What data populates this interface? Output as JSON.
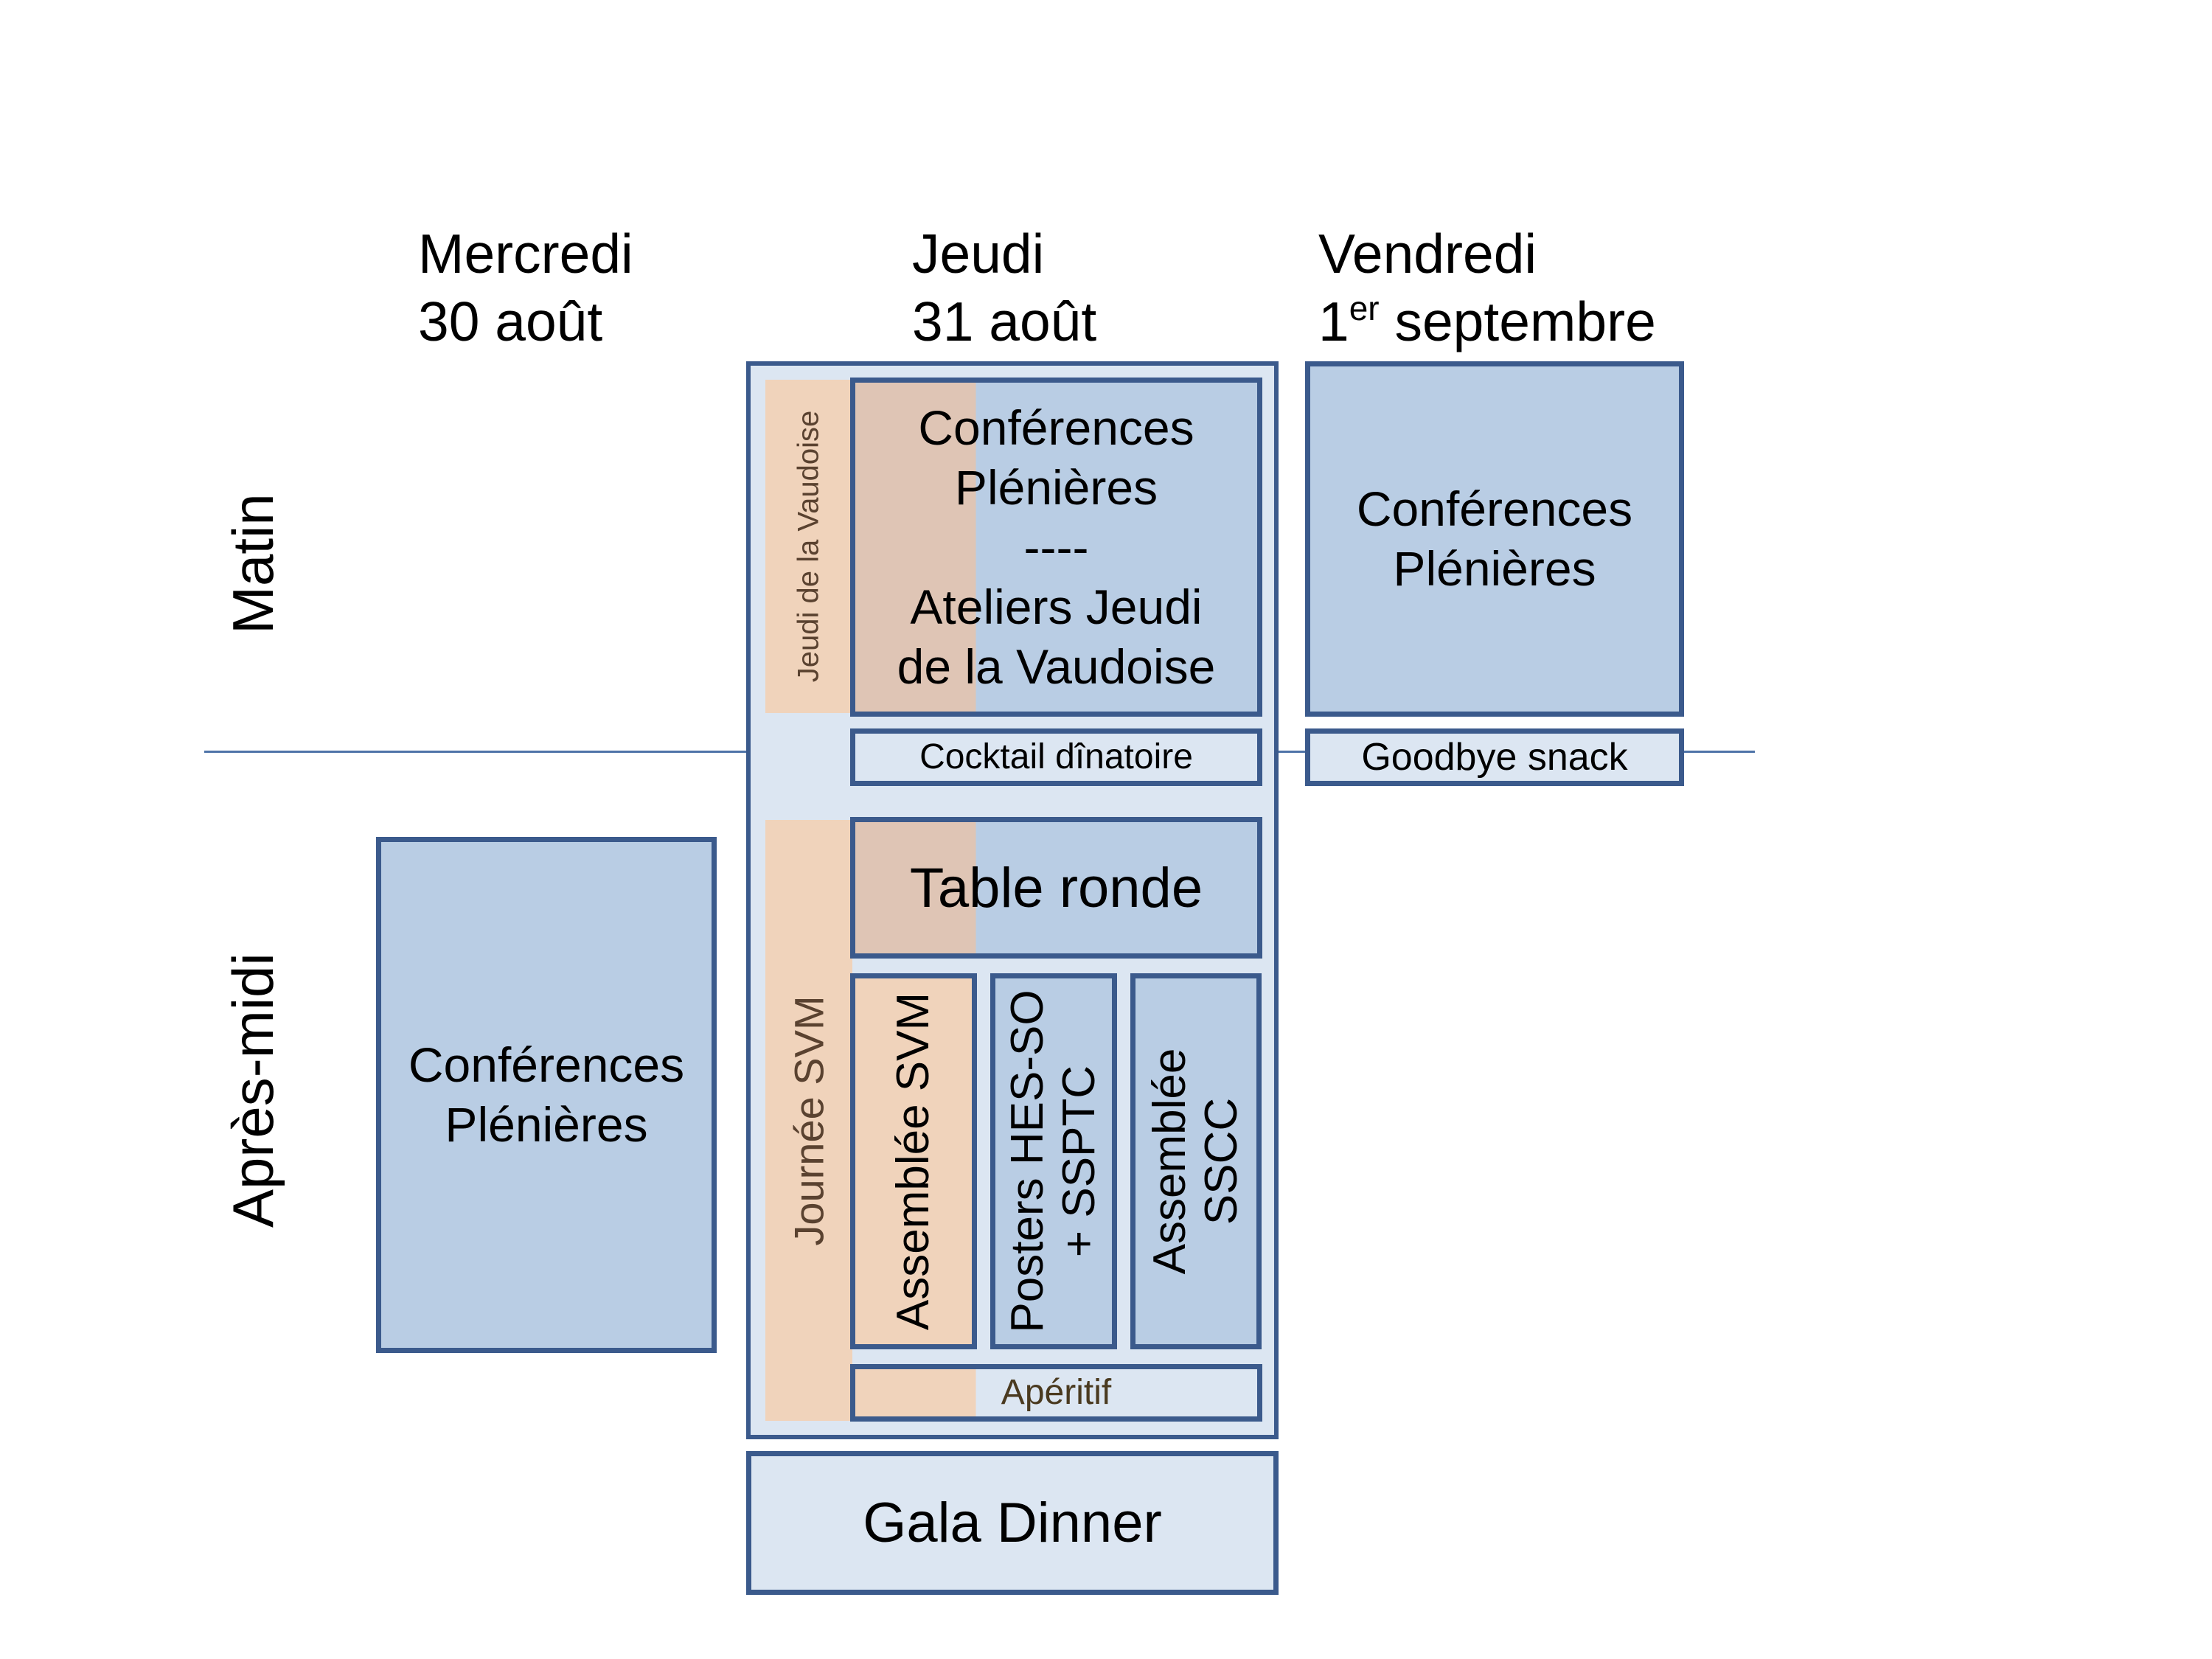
{
  "days": [
    {
      "line1": "Mercredi",
      "line2": "30 août"
    },
    {
      "line1": "Jeudi",
      "line2": "31 août"
    },
    {
      "line1": "Vendredi",
      "line2_num": "1",
      "line2_sup": "er",
      "line2_rest": " septembre"
    }
  ],
  "periods": {
    "morning": "Matin",
    "afternoon": "Après-midi"
  },
  "colors": {
    "border": "#3b5a8c",
    "blue_box": "#b9cde4",
    "light_box": "#dce6f2",
    "peach": "#f0d3bb",
    "divider": "#4e73a8"
  },
  "wednesday": {
    "afternoon": [
      "Conférences",
      "Plénières"
    ]
  },
  "thursday": {
    "jeudi_band": "Jeudi de la Vaudoise",
    "journee_band": "Journée SVM",
    "morning": [
      "Conférences",
      "Plénières",
      "----",
      "Ateliers Jeudi",
      "de la Vaudoise"
    ],
    "cocktail": "Cocktail dînatoire",
    "table_ronde": "Table ronde",
    "assemblee_svm": "Assemblée SVM",
    "posters": [
      "Posters HES-SO",
      "+ SSPTC"
    ],
    "assemblee_sscc": [
      "Assemblée",
      "SSCC"
    ],
    "aperitif": "Apéritif",
    "gala": "Gala Dinner"
  },
  "friday": {
    "morning": [
      "Conférences",
      "Plénières"
    ],
    "snack": "Goodbye snack"
  }
}
